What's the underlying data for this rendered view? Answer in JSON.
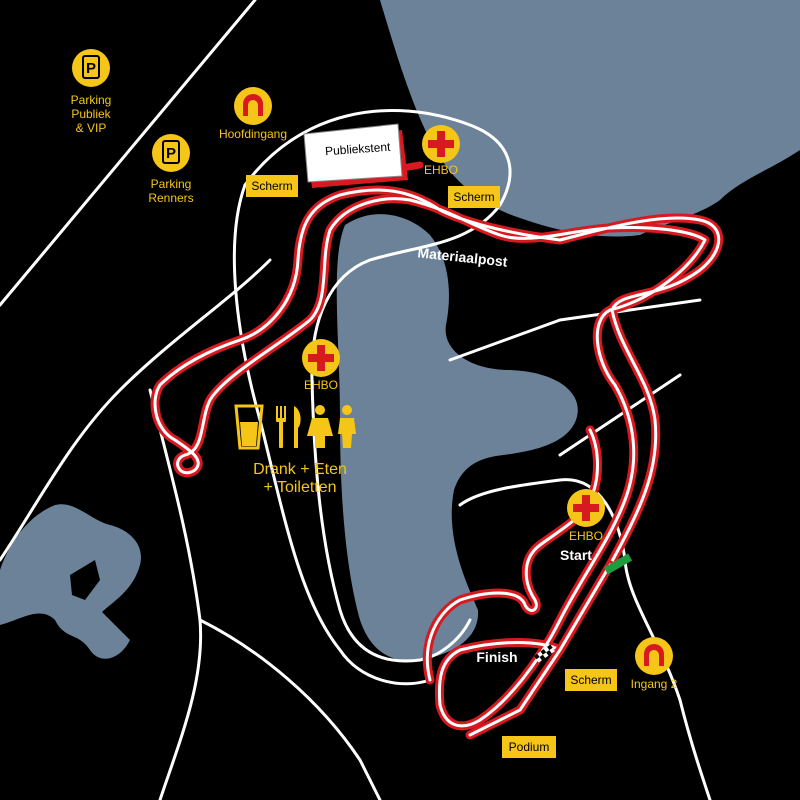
{
  "colors": {
    "background": "#000000",
    "water": "#6b8299",
    "path": "#ffffff",
    "course": "#d71920",
    "accent": "#f5c518",
    "start_line": "#1f9a3c"
  },
  "labels": {
    "parking_public": [
      "Parking",
      "Publiek",
      "& VIP"
    ],
    "parking_riders": [
      "Parking",
      "Renners"
    ],
    "main_entrance": "Hoofdingang",
    "entrance_2": "Ingang 2",
    "public_tent": "Publiekstent",
    "materials_post": "Materiaalpost",
    "first_aid": "EHBO",
    "screen": "Scherm",
    "podium": "Podium",
    "start": "Start",
    "finish": "Finish",
    "food_drinks": [
      "Drank + Eten",
      "+ Toiletten"
    ]
  },
  "icons": {
    "parking": "P",
    "first_aid": "red-cross-icon",
    "entrance": "arch-icon",
    "drink": "glass-icon",
    "food": "cutlery-icon",
    "toilets": "people-icon"
  }
}
